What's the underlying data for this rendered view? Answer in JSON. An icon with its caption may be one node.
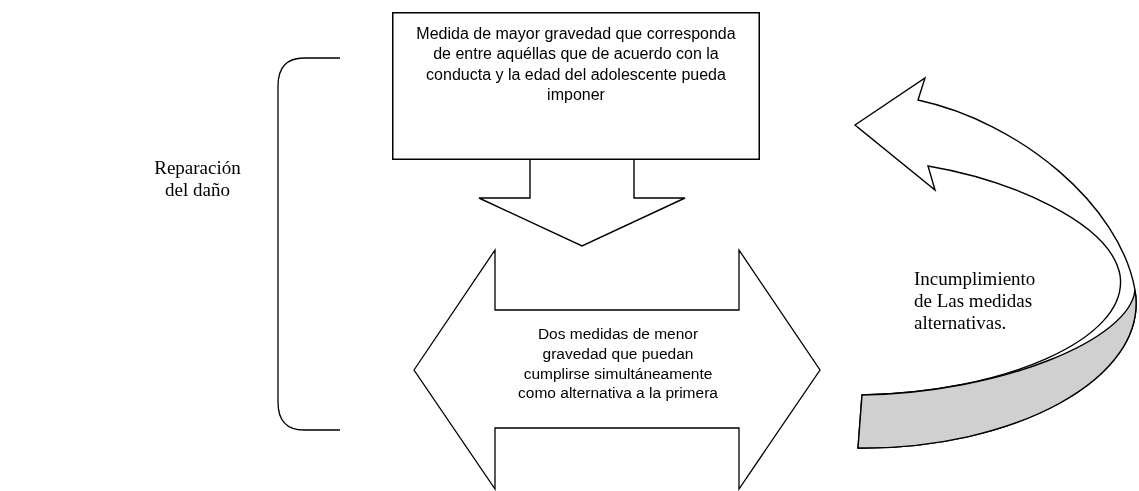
{
  "diagram": {
    "nodes": [
      {
        "text": [
          "Medida de mayor gravedad que corresponda de entre aquéllas que de acuerdo con la conducta y la edad del adolescente pueda imponer"
        ]
      },
      {
        "text": [
          "Dos medidas de menor gravedad que puedan cumplirse simultáneamente como alternativa a la primera"
        ]
      }
    ],
    "edges": [
      {
        "from": 0,
        "to": 1,
        "arrow": "to"
      },
      {
        "from": 1,
        "to": 0,
        "arrow": "to",
        "label": "Incumplimiento de Las medidas alternativas."
      }
    ],
    "labels": [
      "Reparación del daño"
    ]
  }
}
